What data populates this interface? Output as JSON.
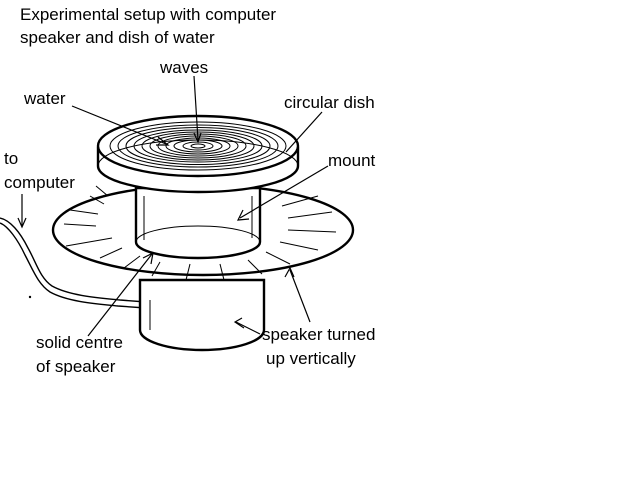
{
  "title": {
    "line1": "Experimental setup with computer",
    "line2": "speaker and dish of water"
  },
  "labels": {
    "waves": "waves",
    "water": "water",
    "circular_dish": "circular dish",
    "mount": "mount",
    "to_computer_line1": "to",
    "to_computer_line2": "computer",
    "solid_centre_line1": "solid centre",
    "solid_centre_line2": "of speaker",
    "speaker_line1": "speaker turned",
    "speaker_line2": "up vertically"
  }
}
